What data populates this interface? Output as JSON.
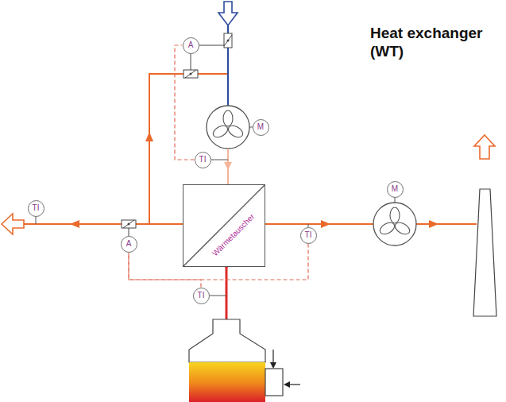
{
  "diagram": {
    "title": "Heat exchanger (WT)",
    "nodes": [
      {
        "text": [
          "Wärmetauscher"
        ]
      },
      {
        "text": [
          "A"
        ]
      },
      {
        "text": [
          "M"
        ]
      },
      {
        "text": [
          "TI"
        ]
      },
      {
        "text": [
          "TI"
        ]
      },
      {
        "text": [
          "A"
        ]
      },
      {
        "text": [
          "TI"
        ]
      },
      {
        "text": [
          "TI"
        ]
      },
      {
        "text": [
          "M"
        ]
      }
    ],
    "edges": [
      {
        "from": 3,
        "to": 1,
        "arrow": "none"
      },
      {
        "from": 6,
        "to": 5,
        "arrow": "none"
      },
      {
        "from": 7,
        "to": 5,
        "arrow": "none"
      }
    ]
  }
}
